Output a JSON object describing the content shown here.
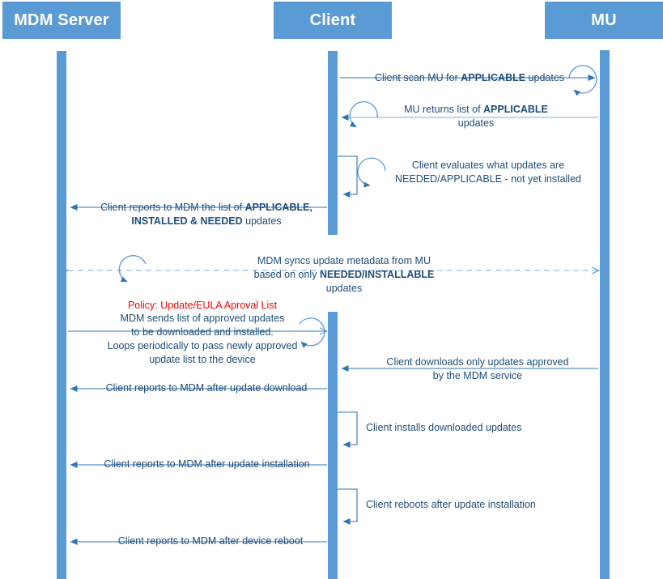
{
  "diagram": {
    "title": "MDM / Client / MU update sequence diagram",
    "type": "sequence-diagram",
    "colors": {
      "actor_fill": "#5B9BD5",
      "actor_text": "#FFFFFF",
      "lifeline": "#5B9BD5",
      "arrow": "#2E75B6",
      "label_text": "#1F4E79",
      "policy_text": "#FF0000",
      "background": "#FFFFFF"
    }
  },
  "actors": [
    {
      "id": "mdm",
      "label": "MDM Server"
    },
    {
      "id": "client",
      "label": "Client"
    },
    {
      "id": "mu",
      "label": "MU"
    }
  ],
  "messages": [
    {
      "id": "m1",
      "from": "client",
      "to": "mu",
      "style": "solid",
      "self_loop": true,
      "loop_side": "right",
      "text_plain": "Client scan MU for APPLICABLE updates",
      "lines": [
        [
          {
            "t": "Client scan MU for ",
            "b": false
          },
          {
            "t": "APPLICABLE",
            "b": true
          },
          {
            "t": " updates",
            "b": false
          }
        ]
      ]
    },
    {
      "id": "m2",
      "from": "mu",
      "to": "client",
      "style": "solid",
      "self_loop": true,
      "loop_side": "left",
      "text_plain": "MU returns list of APPLICABLE updates",
      "lines": [
        [
          {
            "t": "MU returns list of ",
            "b": false
          },
          {
            "t": "APPLICABLE",
            "b": true
          }
        ],
        [
          {
            "t": "updates",
            "b": false
          }
        ]
      ]
    },
    {
      "id": "m3",
      "from": "client",
      "to": "client",
      "style": "solid",
      "self_loop": true,
      "loop_side": "right",
      "text_plain": "Client evaluates what updates are NEEDED/APPLICABLE - not yet installed",
      "lines": [
        [
          {
            "t": "Client evaluates what updates are",
            "b": false
          }
        ],
        [
          {
            "t": "NEEDED/APPLICABLE - not yet installed",
            "b": false
          }
        ]
      ]
    },
    {
      "id": "m4",
      "from": "client",
      "to": "mdm",
      "style": "solid",
      "self_loop": false,
      "text_plain": "Client reports to MDM the list of APPLICABLE, INSTALLED & NEEDED updates",
      "lines": [
        [
          {
            "t": "Client reports to MDM the list of ",
            "b": false
          },
          {
            "t": "APPLICABLE,",
            "b": true
          }
        ],
        [
          {
            "t": "INSTALLED & NEEDED",
            "b": true
          },
          {
            "t": " updates",
            "b": false
          }
        ]
      ]
    },
    {
      "id": "m5",
      "from": "mdm",
      "to": "mu",
      "style": "dashed",
      "bidirectional": true,
      "self_loop": true,
      "loop_side": "left",
      "text_plain": "MDM syncs update metadata from MU based on only NEEDED/INSTALLABLE updates",
      "lines": [
        [
          {
            "t": "MDM syncs update metadata from MU",
            "b": false
          }
        ],
        [
          {
            "t": "based on only ",
            "b": false
          },
          {
            "t": "NEEDED/INSTALLABLE",
            "b": true
          },
          {
            "t": " updates",
            "b": false
          }
        ]
      ]
    },
    {
      "id": "m6",
      "from": "mdm",
      "to": "client",
      "style": "solid",
      "self_loop": true,
      "loop_side": "right",
      "policy_title": "Policy: Update/EULA Aproval List",
      "text_plain": "MDM sends list of approved updates to be downloaded and installed. Loops periodically to pass newly approved update list to the device",
      "lines": [
        [
          {
            "t": "MDM sends list of approved updates",
            "b": false
          }
        ],
        [
          {
            "t": "to be downloaded and installed.",
            "b": false
          }
        ],
        [
          {
            "t": "Loops periodically to pass newly approved",
            "b": false
          }
        ],
        [
          {
            "t": "update list to the device",
            "b": false
          }
        ]
      ]
    },
    {
      "id": "m7",
      "from": "mu",
      "to": "client",
      "style": "solid",
      "self_loop": false,
      "text_plain": "Client downloads only updates approved by the MDM service",
      "lines": [
        [
          {
            "t": "Client downloads only updates approved",
            "b": false
          }
        ],
        [
          {
            "t": "by the MDM service",
            "b": false
          }
        ]
      ]
    },
    {
      "id": "m8",
      "from": "client",
      "to": "mdm",
      "style": "solid",
      "self_loop": false,
      "text_plain": "Client reports to MDM after update download",
      "lines": [
        [
          {
            "t": "Client reports to MDM after update download",
            "b": false
          }
        ]
      ]
    },
    {
      "id": "m9",
      "from": "client",
      "to": "client",
      "style": "solid",
      "self_loop": false,
      "text_plain": "Client installs downloaded updates",
      "lines": [
        [
          {
            "t": "Client installs downloaded updates",
            "b": false
          }
        ]
      ]
    },
    {
      "id": "m10",
      "from": "client",
      "to": "mdm",
      "style": "solid",
      "self_loop": false,
      "text_plain": "Client reports to MDM after update installation",
      "lines": [
        [
          {
            "t": "Client reports to MDM after update installation",
            "b": false
          }
        ]
      ]
    },
    {
      "id": "m11",
      "from": "client",
      "to": "client",
      "style": "solid",
      "self_loop": false,
      "text_plain": "Client reboots after update installation",
      "lines": [
        [
          {
            "t": "Client reboots after update installation",
            "b": false
          }
        ]
      ]
    },
    {
      "id": "m12",
      "from": "client",
      "to": "mdm",
      "style": "solid",
      "self_loop": false,
      "text_plain": "Client reports to MDM after device reboot",
      "lines": [
        [
          {
            "t": "Client reports to MDM after device reboot",
            "b": false
          }
        ]
      ]
    }
  ]
}
